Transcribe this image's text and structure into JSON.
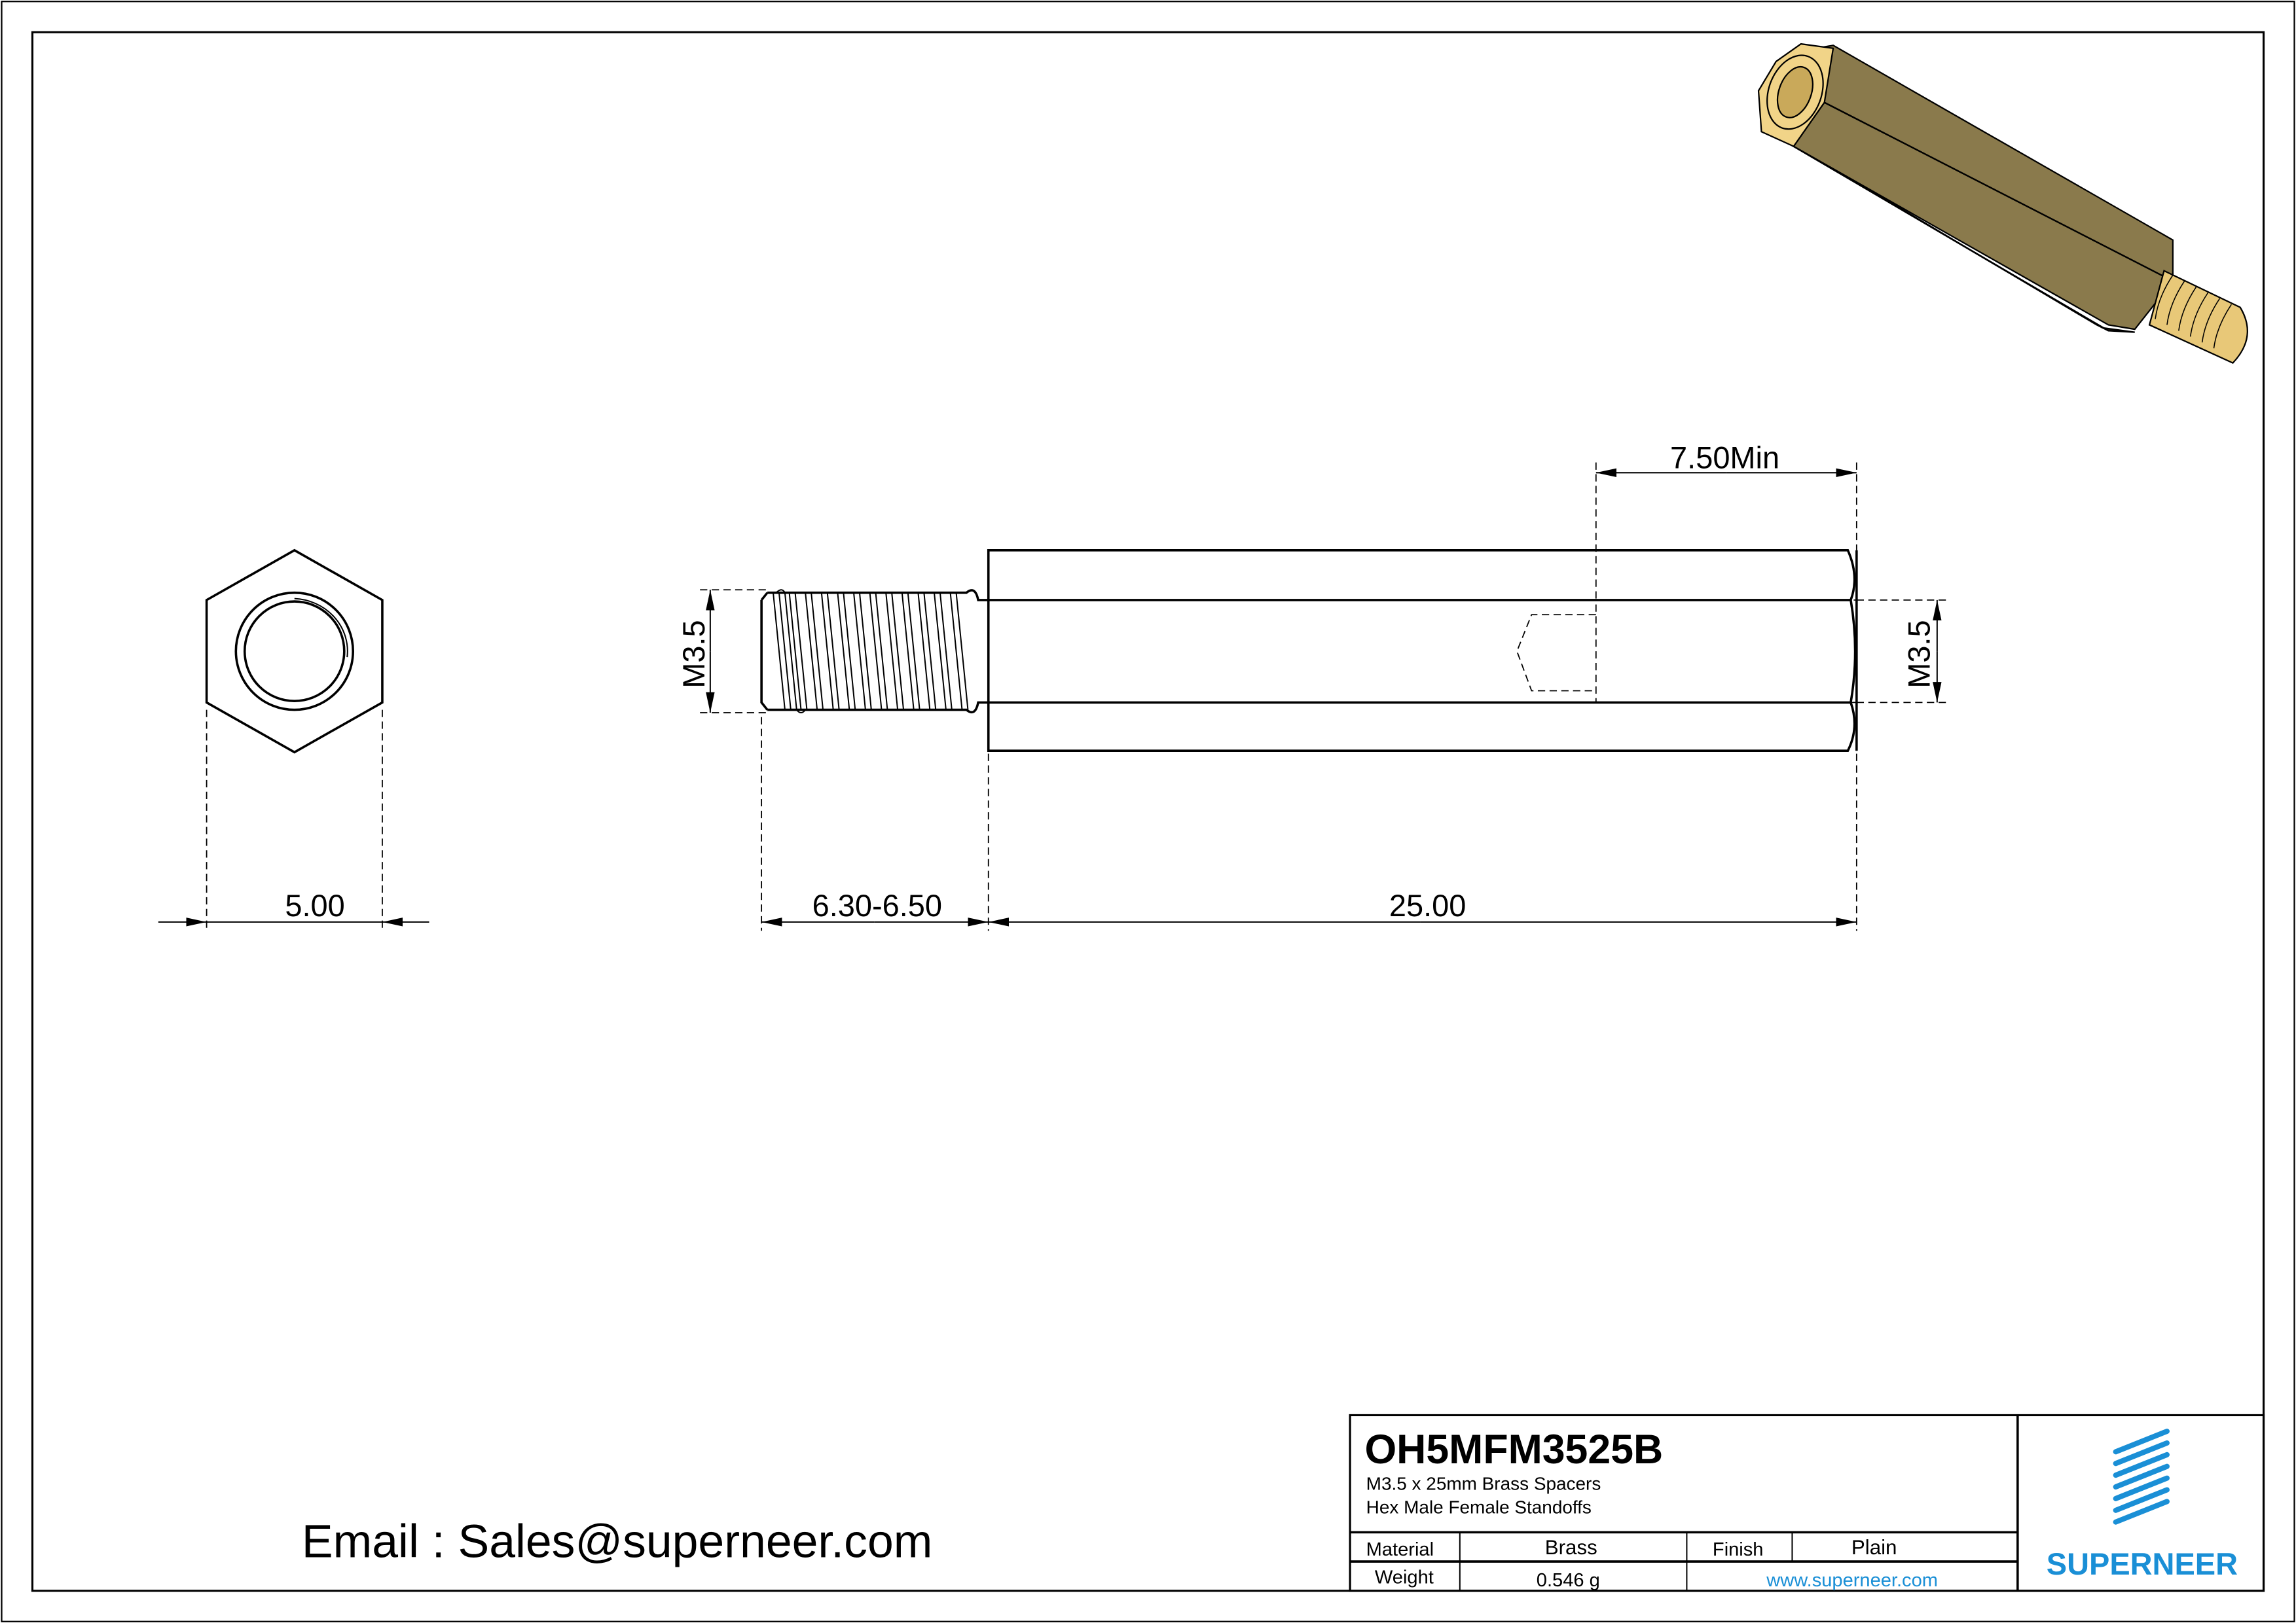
{
  "drawing": {
    "dimensions": {
      "hex_width": "5.00",
      "thread_length": "6.30-6.50",
      "body_length": "25.00",
      "thread_depth": "7.50Min",
      "male_thread": "M3.5",
      "female_thread": "M3.5"
    },
    "email": "Email : Sales@superneer.com"
  },
  "title_block": {
    "part_number": "OH5MFM3525B",
    "description_line1": "M3.5 x 25mm Brass Spacers",
    "description_line2": "Hex Male Female Standoffs",
    "material_label": "Material",
    "material_value": "Brass",
    "finish_label": "Finish",
    "finish_value": "Plain",
    "weight_label": "Weight",
    "weight_value": "0.546 g",
    "website": "www.superneer.com",
    "brand": "SUPERNEER"
  },
  "colors": {
    "brand_blue": "#1a8fd6",
    "brass_face": "#8a7a4c",
    "brass_dark": "#1f1a10",
    "brass_light": "#f1d488"
  }
}
